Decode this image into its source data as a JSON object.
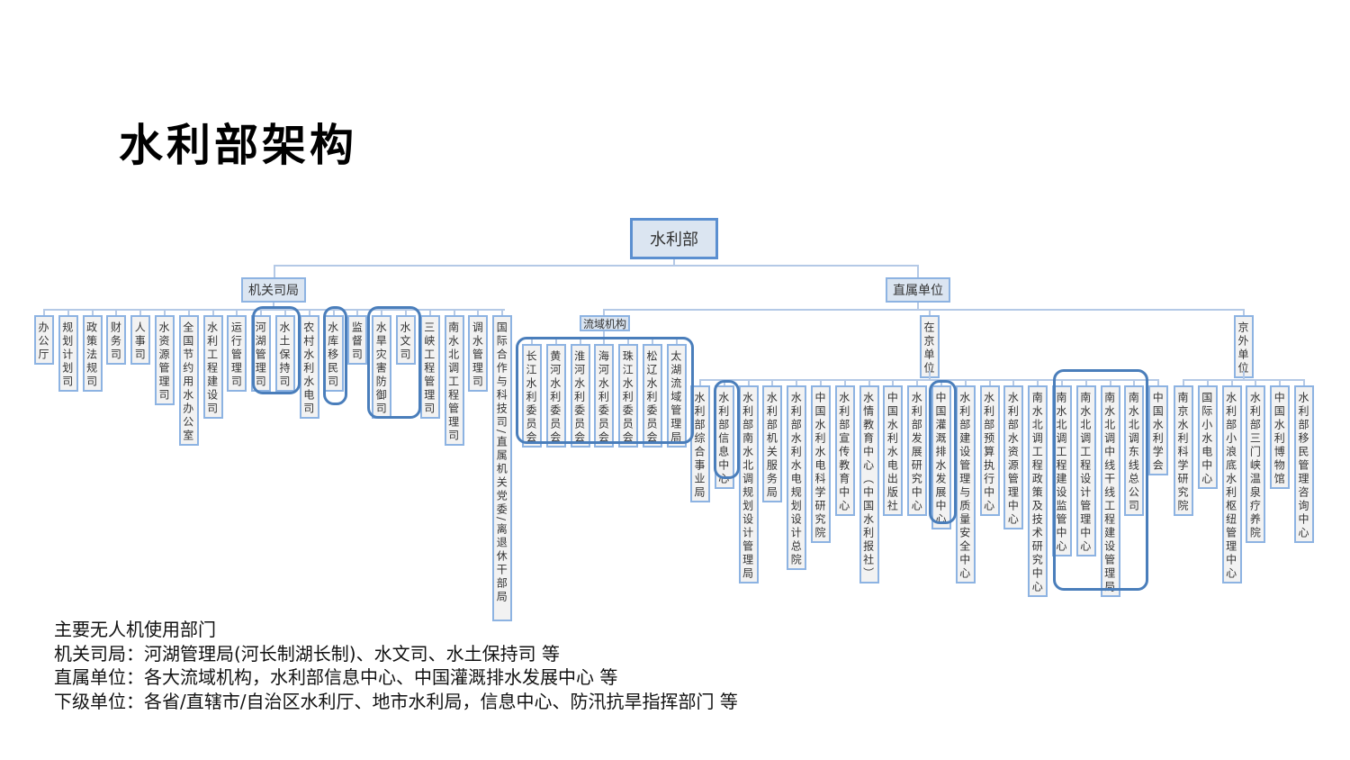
{
  "title": "水利部架构",
  "chart": {
    "root": "水利部",
    "organs": {
      "label": "机关司局",
      "items": [
        "办公厅",
        "规划计划司",
        "政策法规司",
        "财务司",
        "人事司",
        "水资源管理司",
        "全国节约用水办公室",
        "水利工程建设司",
        "运行管理司",
        "河湖管理司",
        "水土保持司",
        "农村水利水电司",
        "水库移民司",
        "监督司",
        "水旱灾害防御司",
        "水文司",
        "三峡工程管理司",
        "南水北调工程管理司",
        "调水管理司",
        "国际合作与科技司/直属机关党委/离退休干部局"
      ]
    },
    "direct": {
      "label": "直属单位",
      "basin": {
        "label": "流域机构",
        "items": [
          "长江水利委员会",
          "黄河水利委员会",
          "淮河水利委员会",
          "海河水利委员会",
          "珠江水利委员会",
          "松辽水利委员会",
          "太湖流域管理局"
        ]
      },
      "beijing": {
        "label": "在京单位",
        "items": [
          "水利部综合事业局",
          "水利部信息中心",
          "水利部南水北调规划设计管理局",
          "水利部机关服务局",
          "水利部水利水电规划设计总院",
          "中国水利水电科学研究院",
          "水利部宣传教育中心",
          "水情教育中心（中国水利报社）",
          "中国水利水电出版社",
          "水利部发展研究中心",
          "中国灌溉排水发展中心",
          "水利部建设管理与质量安全中心",
          "水利部预算执行中心",
          "水利部水资源管理中心",
          "南水北调工程政策及技术研究中心",
          "南水北调工程建设监管中心",
          "南水北调工程设计管理中心",
          "南水北调中线干线工程建设管理局",
          "南水北调东线总公司",
          "中国水利学会"
        ]
      },
      "outside": {
        "label": "京外单位",
        "items": [
          "南京水利科学研究院",
          "国际小水电中心",
          "水利部小浪底水利枢纽管理中心",
          "水利部三门峡温泉疗养院",
          "中国水利博物馆",
          "水利部移民管理咨询中心"
        ]
      }
    }
  },
  "notes": [
    "主要无人机使用部门",
    "机关司局：河湖管理局(河长制湖长制)、水文司、水土保持司 等",
    "直属单位：各大流域机构，水利部信息中心、中国灌溉排水发展中心 等",
    "下级单位：各省/直辖市/自治区水利厅、地市水利局，信息中心、防汛抗旱指挥部门 等"
  ]
}
